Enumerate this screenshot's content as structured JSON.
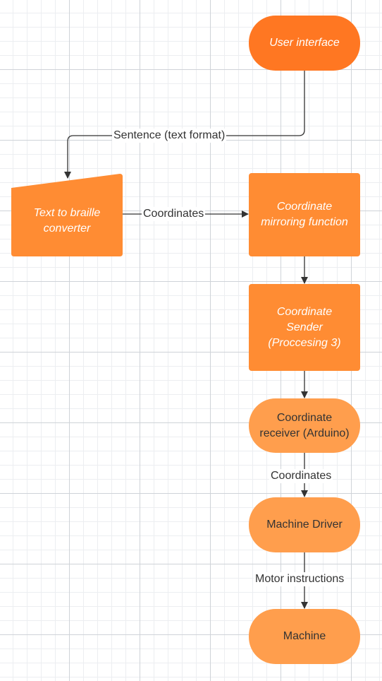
{
  "nodes": {
    "user_interface": "User interface",
    "text_to_braille": "Text to braille\nconverter",
    "mirroring": "Coordinate\nmirroring function",
    "sender": "Coordinate\nSender\n(Proccesing 3)",
    "receiver": "Coordinate\nreceiver (Arduino)",
    "driver": "Machine Driver",
    "machine": "Machine"
  },
  "edges": {
    "ui_to_converter": "Sentence (text format)",
    "converter_to_mirroring": "Coordinates",
    "receiver_to_driver": "Coordinates",
    "driver_to_machine": "Motor instructions"
  },
  "colors": {
    "primary_orange": "#ff7722",
    "mid_orange": "#ff8c33",
    "light_orange": "#ff9e4d",
    "connector": "#333333"
  }
}
